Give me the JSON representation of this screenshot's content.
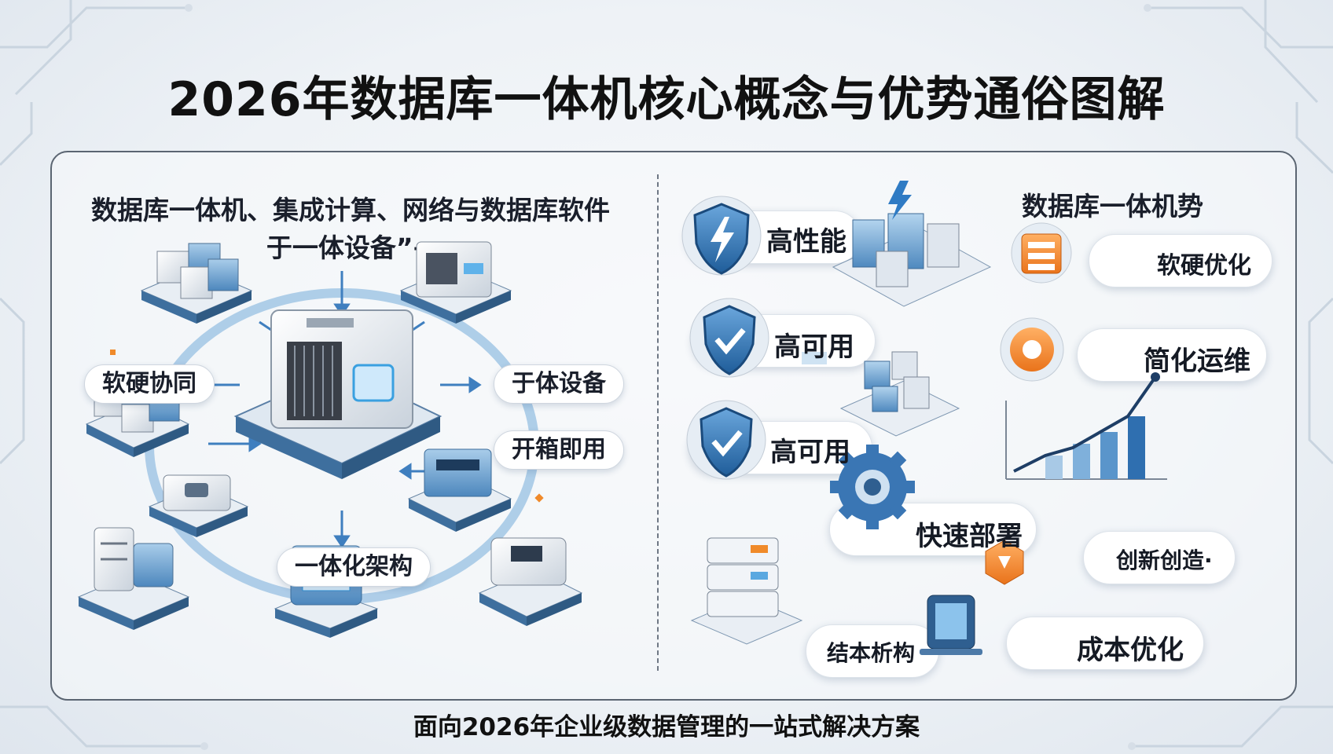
{
  "title": "2026年数据库一体机核心概念与优势通俗图解",
  "left": {
    "subtitle_line1": "数据库一体机、集成计算、网络与数据库软件",
    "subtitle_line2": "于一体设备”→",
    "labels": {
      "hw_sw": "软硬协同",
      "one_device": "于体设备",
      "plug_play": "开箱即用",
      "integrated_arch": "一体化架构"
    }
  },
  "right": {
    "subtitle": "数据库一体机势",
    "features": {
      "high_perf": "高性能",
      "high_avail_1": "高可用",
      "high_avail_2": "高可用",
      "fast_deploy": "快速部署",
      "cost_analysis": "结本析构",
      "hw_sw_opt": "软硬优化",
      "simplified_ops": "简化运维",
      "innovation": "创新创造·",
      "cost_opt": "成本优化"
    }
  },
  "footer": "面向2026年企业级数据管理的一站式解决方案",
  "colors": {
    "accent_blue": "#2f6fb0",
    "light_blue": "#9fc6e6",
    "orange": "#f08a2a",
    "frame": "#5b6572"
  }
}
